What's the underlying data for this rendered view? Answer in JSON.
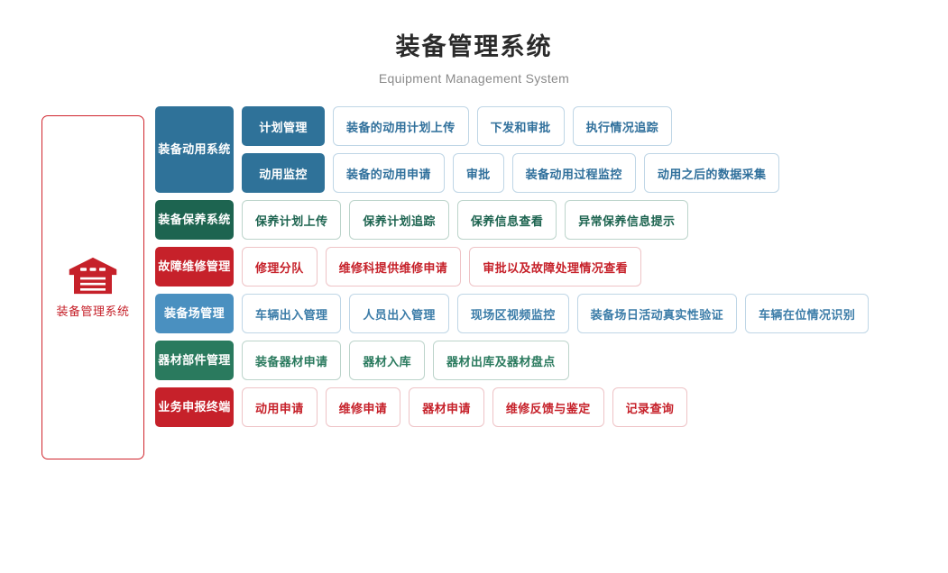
{
  "header": {
    "title": "装备管理系统",
    "subtitle": "Equipment Management System"
  },
  "root": {
    "icon": "warehouse-icon",
    "label": "装备管理系统",
    "border_color": "#d0242c",
    "text_color": "#c6212a"
  },
  "rows": [
    {
      "category": "装备动用系统",
      "theme": "t-blue-dark",
      "accent": "#2f7299",
      "subgroups": [
        {
          "sub_category": "计划管理",
          "leafs": [
            "装备的动用计划上传",
            "下发和审批",
            "执行情况追踪"
          ]
        },
        {
          "sub_category": "动用监控",
          "leafs": [
            "装备的动用申请",
            "审批",
            "装备动用过程监控",
            "动用之后的数据采集"
          ]
        }
      ]
    },
    {
      "category": "装备保养系统",
      "theme": "t-green",
      "accent": "#1d6450",
      "leafs": [
        "保养计划上传",
        "保养计划追踪",
        "保养信息查看",
        "异常保养信息提示"
      ]
    },
    {
      "category": "故障维修管理",
      "theme": "t-red",
      "accent": "#c6212a",
      "leafs": [
        "修理分队",
        "维修科提供维修申请",
        "审批以及故障处理情况查看"
      ]
    },
    {
      "category": "装备场管理",
      "theme": "t-blue-light",
      "accent": "#4a90c0",
      "leafs": [
        "车辆出入管理",
        "人员出入管理",
        "现场区视频监控",
        "装备场日活动真实性验证",
        "车辆在位情况识别"
      ]
    },
    {
      "category": "器材部件管理",
      "theme": "t-green2",
      "accent": "#2a7a5e",
      "leafs": [
        "装备器材申请",
        "器材入库",
        "器材出库及器材盘点"
      ]
    },
    {
      "category": "业务申报终端",
      "theme": "t-red2",
      "accent": "#c6212a",
      "leafs": [
        "动用申请",
        "维修申请",
        "器材申请",
        "维修反馈与鉴定",
        "记录查询"
      ]
    }
  ]
}
